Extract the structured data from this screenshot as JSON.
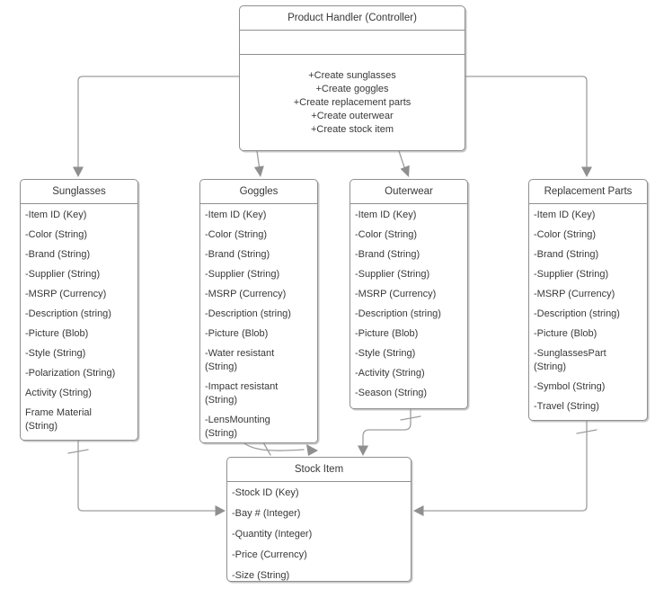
{
  "diagram": {
    "type": "uml-class-diagram",
    "controller": {
      "title": "Product Handler (Controller)",
      "methods": [
        "+Create sunglasses",
        "+Create goggles",
        "+Create replacement parts",
        "+Create outerwear",
        "+Create stock item"
      ]
    },
    "classes": [
      {
        "title": "Sunglasses",
        "attributes": [
          "-Item ID (Key)",
          "-Color (String)",
          "-Brand (String)",
          "-Supplier (String)",
          "-MSRP (Currency)",
          "-Description (string)",
          "-Picture (Blob)",
          "-Style (String)",
          "-Polarization (String)",
          "Activity (String)",
          "Frame Material\n(String)"
        ]
      },
      {
        "title": "Goggles",
        "attributes": [
          "-Item ID (Key)",
          "-Color (String)",
          "-Brand (String)",
          "-Supplier (String)",
          "-MSRP (Currency)",
          "-Description (string)",
          "-Picture (Blob)",
          "-Water resistant\n(String)",
          "-Impact resistant\n(String)",
          "-LensMounting\n(String)"
        ]
      },
      {
        "title": "Outerwear",
        "attributes": [
          "-Item ID (Key)",
          "-Color (String)",
          "-Brand (String)",
          "-Supplier (String)",
          "-MSRP (Currency)",
          "-Description (string)",
          "-Picture (Blob)",
          "-Style (String)",
          "-Activity (String)",
          "-Season (String)"
        ]
      },
      {
        "title": "Replacement Parts",
        "attributes": [
          "-Item ID (Key)",
          "-Color (String)",
          "-Brand (String)",
          "-Supplier (String)",
          "-MSRP (Currency)",
          "-Description (string)",
          "-Picture (Blob)",
          "-SunglassesPart\n(String)",
          "-Symbol (String)",
          "-Travel (String)"
        ]
      },
      {
        "title": "Stock Item",
        "attributes": [
          "-Stock ID (Key)",
          "-Bay # (Integer)",
          "-Quantity (Integer)",
          "-Price (Currency)",
          "-Size (String)"
        ]
      }
    ],
    "relationships": [
      {
        "from": "Product Handler (Controller)",
        "to": "Sunglasses",
        "type": "directed-arrow"
      },
      {
        "from": "Product Handler (Controller)",
        "to": "Goggles",
        "type": "directed-arrow"
      },
      {
        "from": "Product Handler (Controller)",
        "to": "Outerwear",
        "type": "directed-arrow"
      },
      {
        "from": "Product Handler (Controller)",
        "to": "Replacement Parts",
        "type": "directed-arrow"
      },
      {
        "from": "Sunglasses",
        "to": "Stock Item",
        "type": "directed-arrow-one-multiplicity"
      },
      {
        "from": "Goggles",
        "to": "Stock Item",
        "type": "directed-arrow-one-multiplicity"
      },
      {
        "from": "Outerwear",
        "to": "Stock Item",
        "type": "directed-arrow-one-multiplicity"
      },
      {
        "from": "Replacement Parts",
        "to": "Stock Item",
        "type": "directed-arrow-one-multiplicity"
      }
    ],
    "colors": {
      "background": "#ffffff",
      "box_border": "#8f8f8f",
      "connector": "#9e9e9e",
      "text": "#383838"
    }
  }
}
